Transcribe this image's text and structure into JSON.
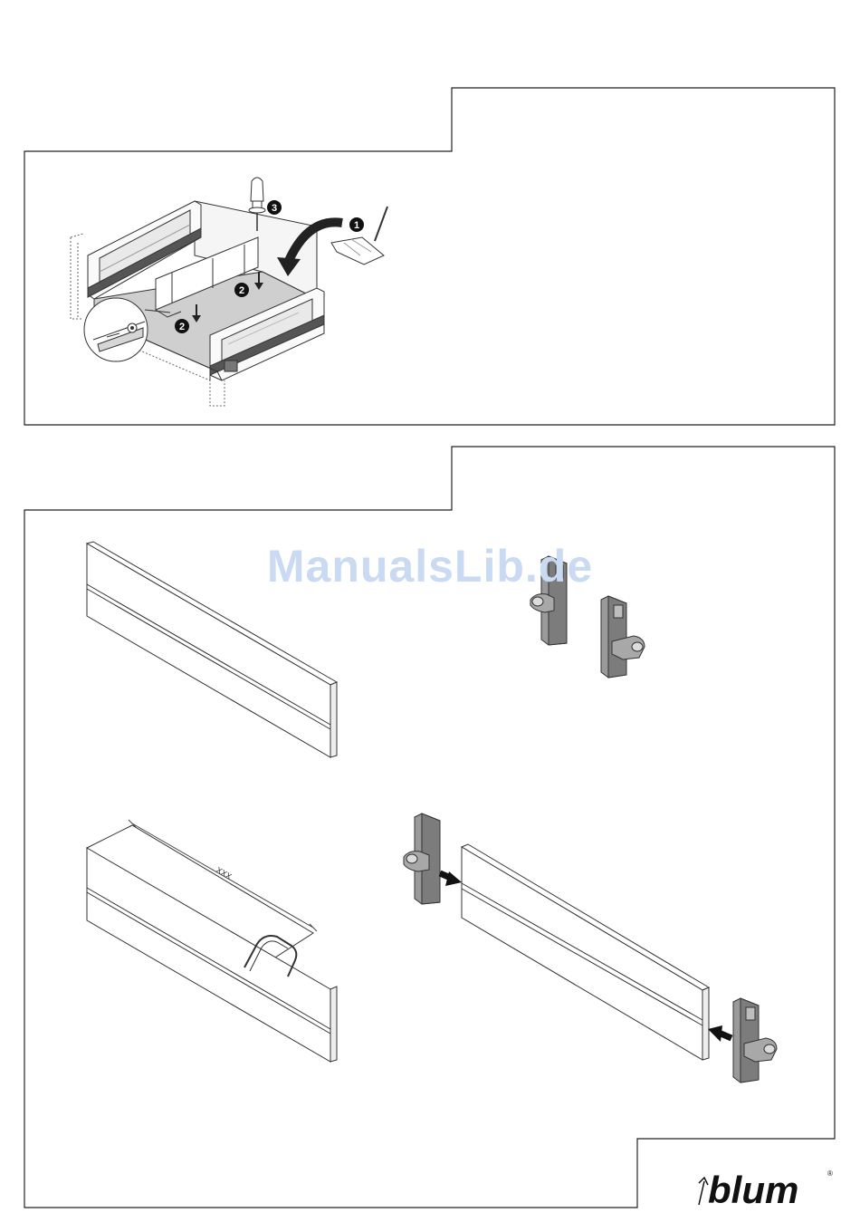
{
  "figure1": {
    "step_labels": [
      "1",
      "2",
      "2",
      "3"
    ]
  },
  "figure2": {
    "dimension_label": "XXX"
  },
  "watermark": "ManualsLib.de",
  "brand": {
    "name": "blum",
    "registered": "®"
  }
}
